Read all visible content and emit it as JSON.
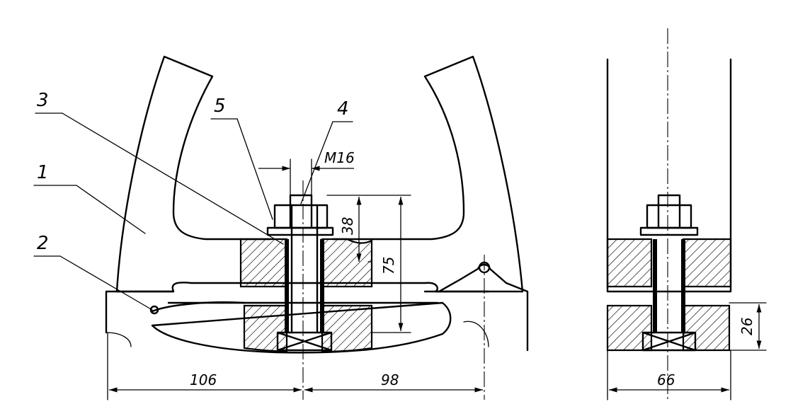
{
  "callouts": [
    {
      "num": "1"
    },
    {
      "num": "2"
    },
    {
      "num": "3"
    },
    {
      "num": "4"
    },
    {
      "num": "5"
    }
  ],
  "dimensions": {
    "thread": "M16",
    "nut_height": "38",
    "total_height": "75",
    "left_width": "106",
    "right_width": "98",
    "side_width": "66",
    "side_height": "26"
  }
}
